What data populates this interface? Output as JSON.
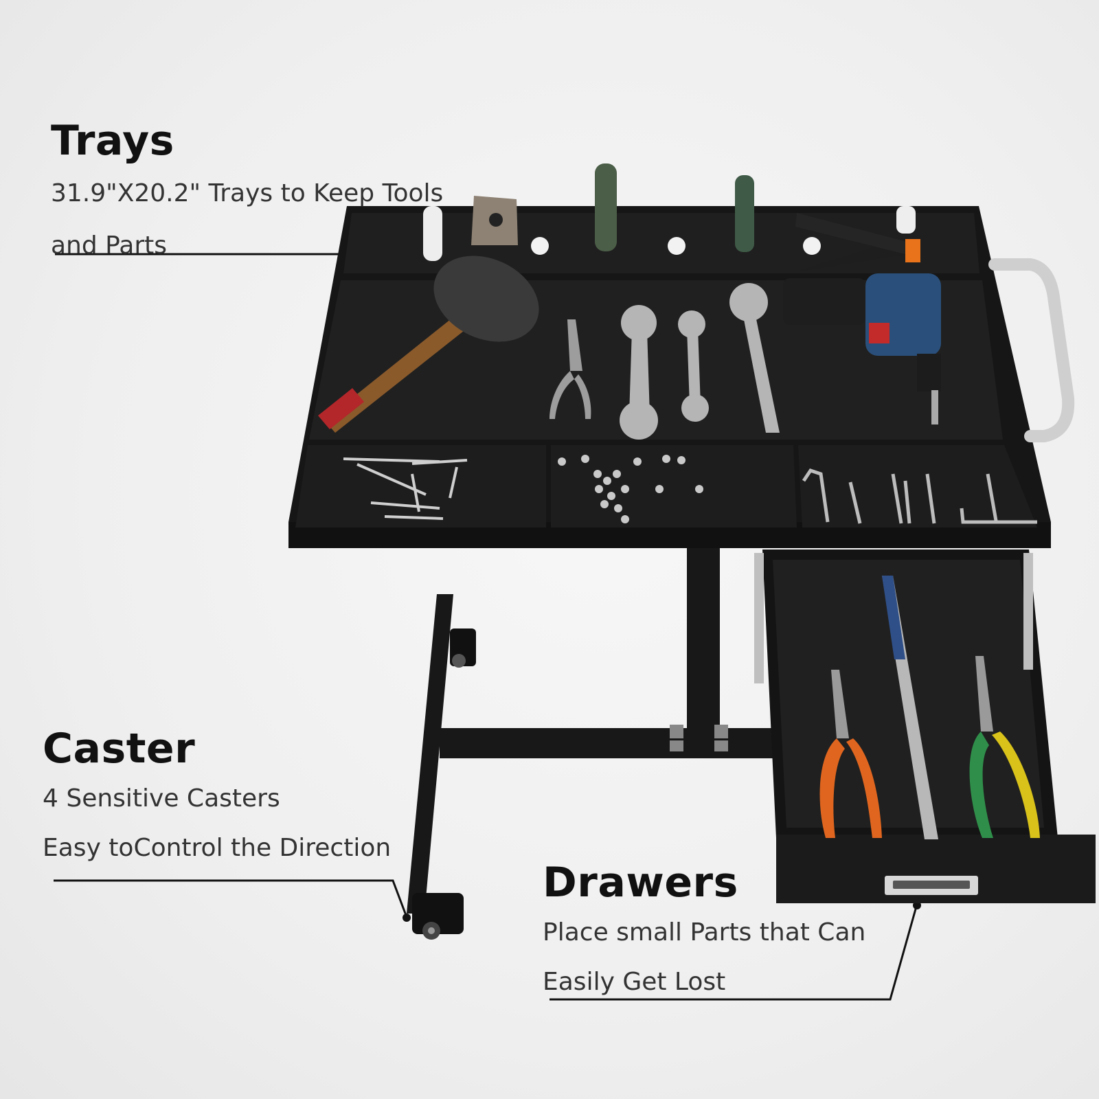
{
  "trays": {
    "title": "Trays",
    "line1": "31.9\"X20.2\" Trays to Keep Tools",
    "line2": "and Parts"
  },
  "caster": {
    "title": "Caster",
    "line1": "4 Sensitive Casters",
    "line2": "Easy toControl the Direction"
  },
  "drawers": {
    "title": "Drawers",
    "line1": "Place small Parts that Can",
    "line2": "Easily Get Lost"
  },
  "colors": {
    "cart_black": "#1a1a1a",
    "tray_inner": "#222222",
    "chrome": "#c9c9c9",
    "leader_line": "#111111",
    "hammer_handle": "#8a5a2b",
    "hammer_tip": "#b3262a",
    "drill_blue": "#2a4f7a",
    "plier_orange": "#e0661f",
    "plier_green": "#2f8f4a",
    "plier_yellow": "#d9c21a"
  }
}
